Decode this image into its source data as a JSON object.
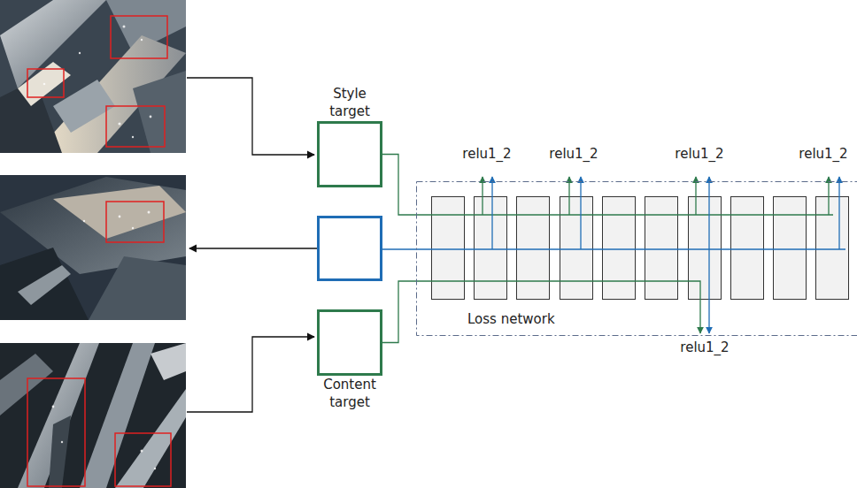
{
  "diagram": {
    "nodes": [
      {
        "text": [
          "Style target"
        ]
      },
      {
        "text": [
          "Content target"
        ]
      },
      {
        "text": [
          "Loss network"
        ]
      }
    ],
    "edges": [
      {
        "from": 0,
        "to": 2,
        "arrow": "none"
      },
      {
        "from": 1,
        "to": 2,
        "arrow": "none"
      }
    ],
    "labels": [
      "relu1_2",
      "relu1_2",
      "relu1_2",
      "relu1_2",
      "relu1_2"
    ]
  }
}
